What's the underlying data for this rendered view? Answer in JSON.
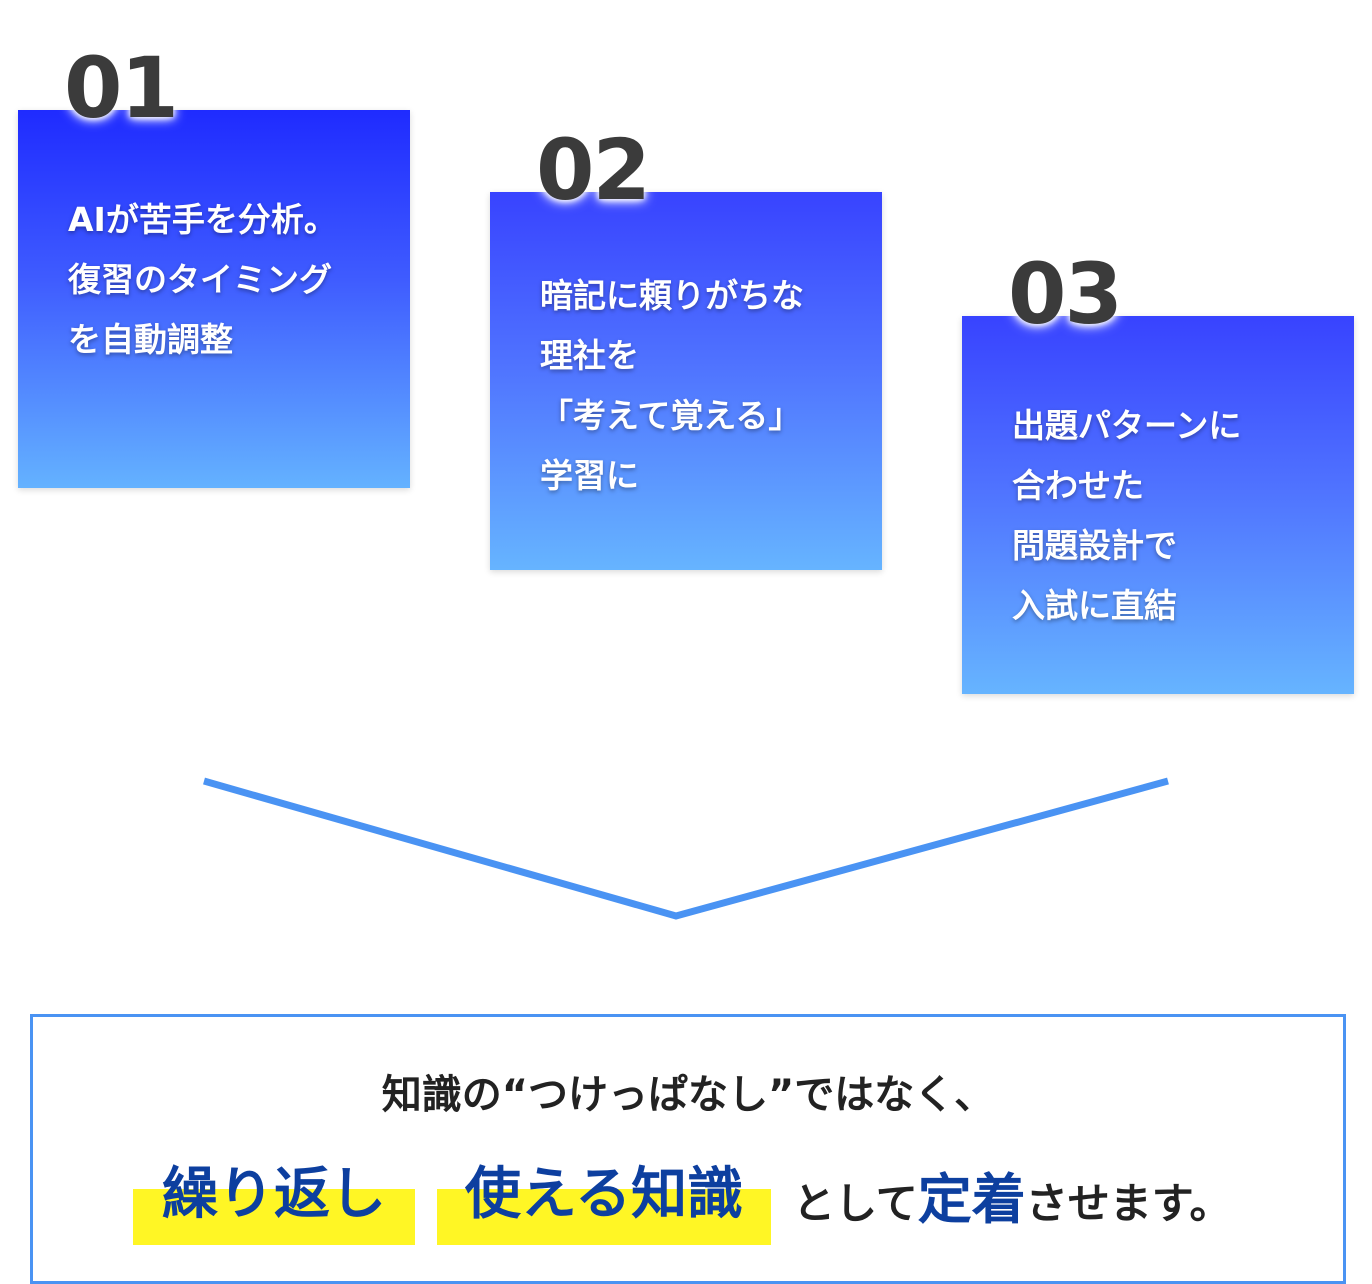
{
  "steps": [
    {
      "number": "01",
      "lines": [
        "AIが苦手を分析。",
        "復習のタイミング",
        "を自動調整"
      ]
    },
    {
      "number": "02",
      "lines": [
        "暗記に頼りがちな",
        "理社を",
        "「考えて覚える」",
        "学習に"
      ]
    },
    {
      "number": "03",
      "lines": [
        "出題パターンに",
        "合わせた",
        "問題設計で",
        "入試に直結"
      ]
    }
  ],
  "result": {
    "line1": "知識の“つけっぱなし”ではなく、",
    "highlight1": "繰り返し",
    "highlight2": "使える知識",
    "tail_pre": "として",
    "tail_emph": "定着",
    "tail_post": "させます。"
  },
  "colors": {
    "card_gradient_top": "#1f2bff",
    "card_gradient_bottom": "#64b2ff",
    "chevron": "#4a93f3",
    "highlight": "#fff625",
    "emphasis_text": "#0d3f9f"
  }
}
